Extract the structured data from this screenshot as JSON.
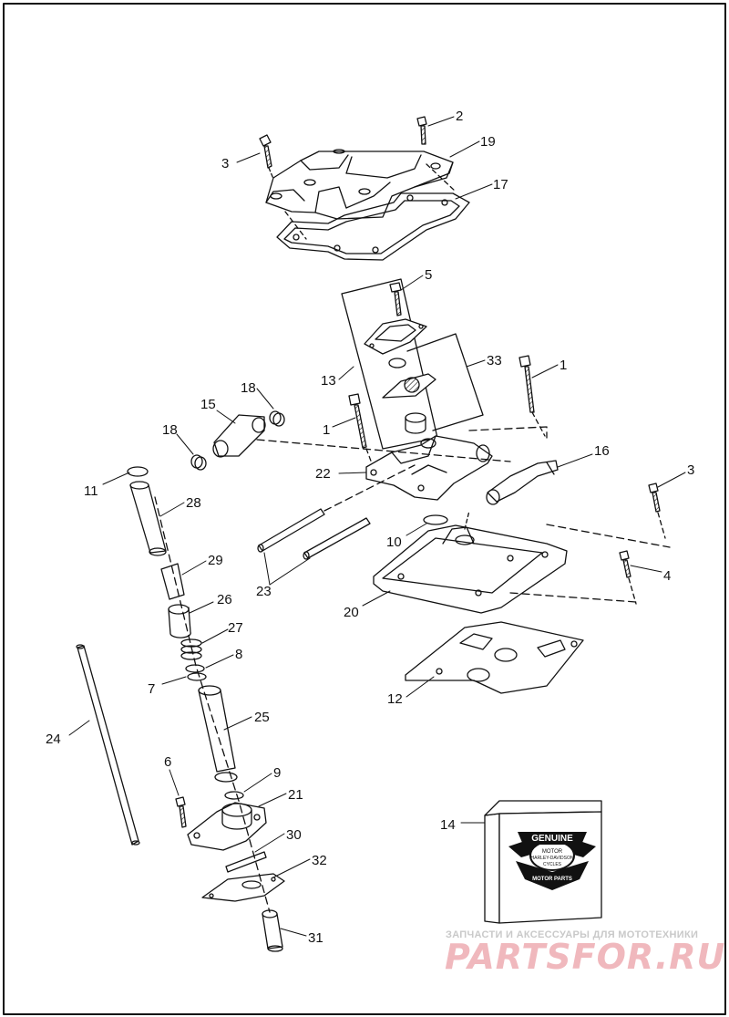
{
  "callouts": [
    {
      "id": "c1a",
      "text": "1"
    },
    {
      "id": "c1b",
      "text": "1"
    },
    {
      "id": "c2",
      "text": "2"
    },
    {
      "id": "c3a",
      "text": "3"
    },
    {
      "id": "c3b",
      "text": "3"
    },
    {
      "id": "c4",
      "text": "4"
    },
    {
      "id": "c5",
      "text": "5"
    },
    {
      "id": "c6",
      "text": "6"
    },
    {
      "id": "c7",
      "text": "7"
    },
    {
      "id": "c8",
      "text": "8"
    },
    {
      "id": "c9",
      "text": "9"
    },
    {
      "id": "c10",
      "text": "10"
    },
    {
      "id": "c11",
      "text": "11"
    },
    {
      "id": "c12",
      "text": "12"
    },
    {
      "id": "c13",
      "text": "13"
    },
    {
      "id": "c14",
      "text": "14"
    },
    {
      "id": "c15",
      "text": "15"
    },
    {
      "id": "c16",
      "text": "16"
    },
    {
      "id": "c17",
      "text": "17"
    },
    {
      "id": "c18a",
      "text": "18"
    },
    {
      "id": "c18b",
      "text": "18"
    },
    {
      "id": "c19",
      "text": "19"
    },
    {
      "id": "c20",
      "text": "20"
    },
    {
      "id": "c21",
      "text": "21"
    },
    {
      "id": "c22",
      "text": "22"
    },
    {
      "id": "c23",
      "text": "23"
    },
    {
      "id": "c24",
      "text": "24"
    },
    {
      "id": "c25",
      "text": "25"
    },
    {
      "id": "c26",
      "text": "26"
    },
    {
      "id": "c27",
      "text": "27"
    },
    {
      "id": "c28",
      "text": "28"
    },
    {
      "id": "c29",
      "text": "29"
    },
    {
      "id": "c30",
      "text": "30"
    },
    {
      "id": "c31",
      "text": "31"
    },
    {
      "id": "c32",
      "text": "32"
    },
    {
      "id": "c33",
      "text": "33"
    }
  ],
  "logo": {
    "line1": "GENUINE",
    "line2": "MOTOR",
    "line3": "HARLEY-DAVIDSON",
    "line4": "CYCLES",
    "line5": "MOTOR PARTS"
  },
  "watermark": {
    "tagline": "ЗАПЧАСТИ И АКСЕССУАРЫ ДЛЯ МОТОТЕХНИКИ",
    "brand": "PARTSFOR.RU"
  },
  "colors": {
    "line": "#111111",
    "watermark_text": "#f0b8bd",
    "watermark_tagline": "#c9c9c9"
  }
}
